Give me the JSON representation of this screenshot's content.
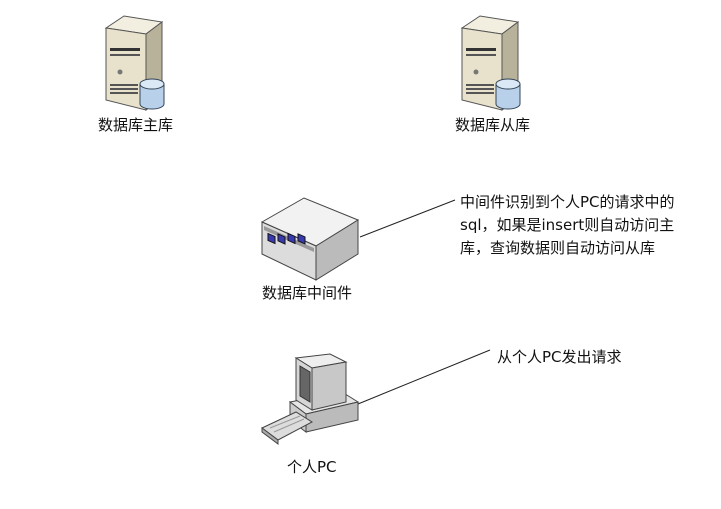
{
  "nodes": {
    "master_db": {
      "label": "数据库主库"
    },
    "slave_db": {
      "label": "数据库从库"
    },
    "middleware": {
      "label": "数据库中间件"
    },
    "pc": {
      "label": "个人PC"
    }
  },
  "annotations": {
    "middleware_note": "中间件识别到个人PC的请求中的sql，如果是insert则自动访问主库，查询数据则自动访问从库",
    "pc_note": "从个人PC发出请求"
  }
}
